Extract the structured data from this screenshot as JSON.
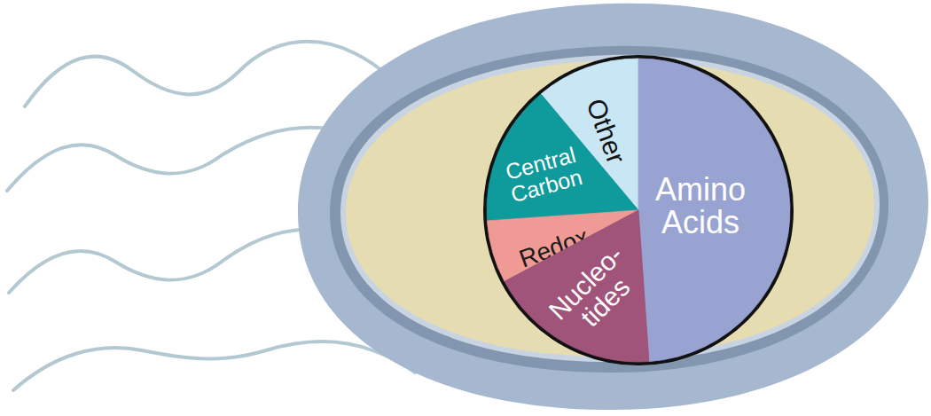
{
  "diagram": {
    "nodes": [
      {
        "text": [
          "Other"
        ]
      },
      {
        "text": [
          "Central Carbon"
        ]
      },
      {
        "text": [
          "Amino Acids"
        ]
      },
      {
        "text": [
          "Redox"
        ]
      },
      {
        "text": [
          "Nucleo- tides"
        ]
      }
    ]
  }
}
